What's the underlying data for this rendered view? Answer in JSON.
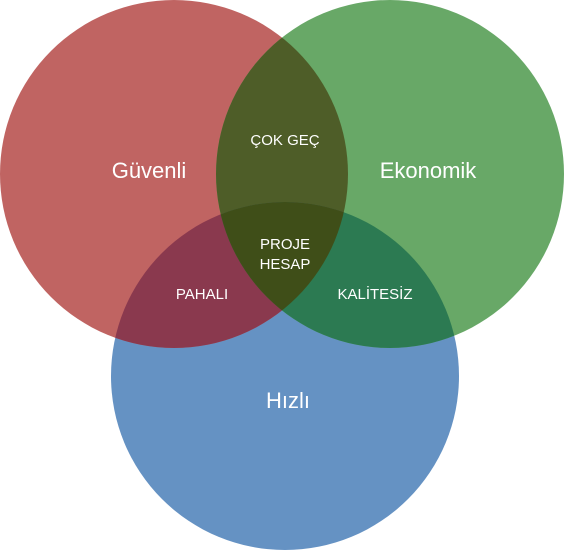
{
  "diagram": {
    "type": "venn",
    "sets": [
      {
        "id": "guvenli",
        "label": "Güvenli",
        "color": "#c06462"
      },
      {
        "id": "ekonomik",
        "label": "Ekonomik",
        "color": "#68a867"
      },
      {
        "id": "hizli",
        "label": "Hızlı",
        "color": "#6592c3"
      }
    ],
    "intersections": {
      "guvenli_ekonomik": {
        "label": "ÇOK GEÇ",
        "color": "#4e5d28"
      },
      "guvenli_hizli": {
        "label": "PAHALI",
        "color": "#8a394e"
      },
      "ekonomik_hizli": {
        "label": "KALİTESİZ",
        "color": "#2c7a52"
      },
      "all": {
        "label_line1": "PROJE",
        "label_line2": "HESAP",
        "color": "#3f4e18"
      }
    }
  }
}
